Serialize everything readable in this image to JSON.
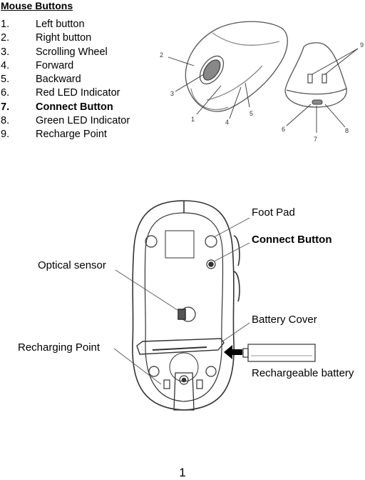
{
  "section": {
    "heading": "Mouse Buttons",
    "items": [
      {
        "num": "1.",
        "label": "Left button",
        "bold": false
      },
      {
        "num": "2.",
        "label": "Right button",
        "bold": false
      },
      {
        "num": "3.",
        "label": "Scrolling Wheel",
        "bold": false
      },
      {
        "num": "4.",
        "label": "Forward",
        "bold": false
      },
      {
        "num": "5.",
        "label": "Backward",
        "bold": false
      },
      {
        "num": "6.",
        "label": "Red LED Indicator",
        "bold": false
      },
      {
        "num": "7.",
        "label": "Connect Button",
        "bold": true
      },
      {
        "num": "8.",
        "label": "Green LED Indicator",
        "bold": false
      },
      {
        "num": "9.",
        "label": "Recharge Point",
        "bold": false
      }
    ]
  },
  "top_figure": {
    "callouts": [
      "1",
      "2",
      "3",
      "4",
      "5",
      "6",
      "7",
      "8",
      "9"
    ]
  },
  "bottom_figure": {
    "labels": {
      "foot_pad": "Foot Pad",
      "connect_button": "Connect Button",
      "optical_sensor": "Optical sensor",
      "battery_cover": "Battery Cover",
      "recharging_point": "Recharging Point",
      "rechargeable_battery": "Rechargeable battery"
    }
  },
  "page_number": "1"
}
